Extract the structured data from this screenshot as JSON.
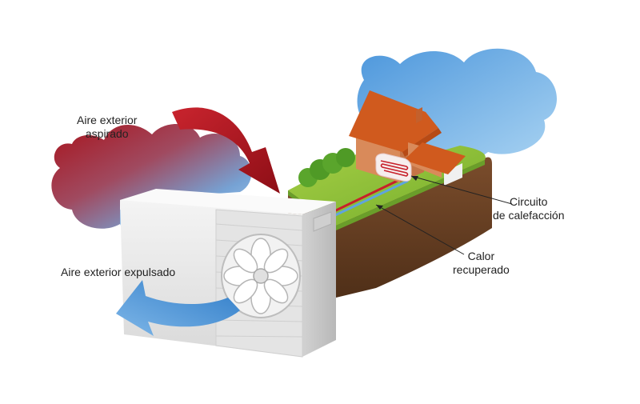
{
  "labels": {
    "intake": [
      "Aire exterior",
      "aspirado"
    ],
    "exhaust": "Aire exterior expulsado",
    "heating_circuit": [
      "Circuito",
      "de calefacción"
    ],
    "recovered_heat": [
      "Calor",
      "recuperado"
    ]
  },
  "colors": {
    "warm_air": "#a8131c",
    "cold_air": "#6ea8de",
    "sky_cloud": "#5fa4de",
    "roof": "#d05a1e",
    "wall": "#d98a5a",
    "grass": "#8fc13a",
    "soil": "#6b4226",
    "hedge": "#5aa52c",
    "unit_body": "#ececec",
    "floor_coil": "#c7202b"
  },
  "icons": {
    "fan": "fan-icon",
    "house": "house-icon"
  }
}
